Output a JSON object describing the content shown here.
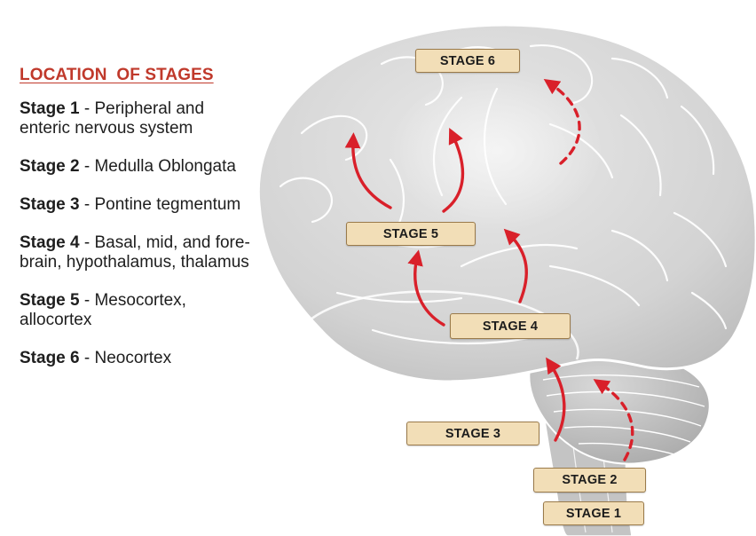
{
  "legend": {
    "title": "LOCATION  OF STAGES",
    "items": [
      {
        "bold": "Stage 1",
        "text": " - Peripheral and enteric nervous system"
      },
      {
        "bold": "Stage 2",
        "text": " -  Medulla Oblongata"
      },
      {
        "bold": "Stage 3",
        "text": " - Pontine tegmentum"
      },
      {
        "bold": "Stage 4",
        "text": " - Basal, mid, and fore-brain, hypothalamus, thalamus"
      },
      {
        "bold": "Stage 5",
        "text": " - Mesocortex, allocortex"
      },
      {
        "bold": "Stage 6",
        "text": " -  Neocortex"
      }
    ]
  },
  "stage_labels": {
    "stage6": "STAGE 6",
    "stage5": "STAGE 5",
    "stage4": "STAGE 4",
    "stage3": "STAGE 3",
    "stage2": "STAGE 2",
    "stage1": "STAGE 1"
  },
  "colors": {
    "legend_title": "#c0392b",
    "arrow": "#d9202a",
    "label_fill": "#f2deb7",
    "label_border": "#9a7a4a",
    "brain_fill": "#d5d5d5",
    "brain_stroke": "#ffffff"
  },
  "arrows": {
    "solid": 5,
    "dashed": 2
  }
}
